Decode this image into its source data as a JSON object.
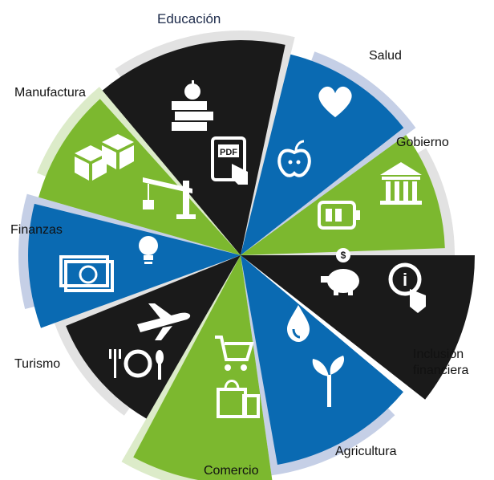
{
  "colors": {
    "black": "#1a1a1a",
    "blue": "#0a6ab2",
    "green": "#7cb82f",
    "light_green": "#dcebc9",
    "light_blue": "#c5cfe6",
    "light_gray": "#e2e2e2",
    "white": "#ffffff"
  },
  "sectors": [
    {
      "label": "Educación",
      "color": "black",
      "icons": [
        "apple-books-icon",
        "pdf-tablet-icon"
      ]
    },
    {
      "label": "Salud",
      "color": "blue",
      "icons": [
        "heart-icon",
        "apple-icon"
      ]
    },
    {
      "label": "Gobierno",
      "color": "green",
      "icons": [
        "government-building-icon",
        "battery-icon"
      ]
    },
    {
      "label": "Inclusión financiera",
      "color": "black",
      "icons": [
        "piggy-bank-icon",
        "info-touch-icon"
      ]
    },
    {
      "label": "Agricultura",
      "color": "blue",
      "icons": [
        "water-drop-icon",
        "sprout-icon"
      ]
    },
    {
      "label": "Comercio",
      "color": "green",
      "icons": [
        "shopping-cart-icon",
        "shopping-bags-icon"
      ]
    },
    {
      "label": "Turismo",
      "color": "black",
      "icons": [
        "airplane-icon",
        "dining-icon"
      ]
    },
    {
      "label": "Finanzas",
      "color": "blue",
      "icons": [
        "banknote-icon",
        "lightbulb-icon"
      ]
    },
    {
      "label": "Manufactura",
      "color": "green",
      "icons": [
        "boxes-icon",
        "crane-icon"
      ]
    }
  ],
  "labels": {
    "educacion": "Educación",
    "salud": "Salud",
    "gobierno": "Gobierno",
    "inclusion_1": "Inclusión",
    "inclusion_2": "financiera",
    "agricultura": "Agricultura",
    "comercio": "Comercio",
    "turismo": "Turismo",
    "finanzas": "Finanzas",
    "manufactura": "Manufactura"
  },
  "icon_text": {
    "pdf": "PDF",
    "dollar": "$",
    "info": "i"
  }
}
